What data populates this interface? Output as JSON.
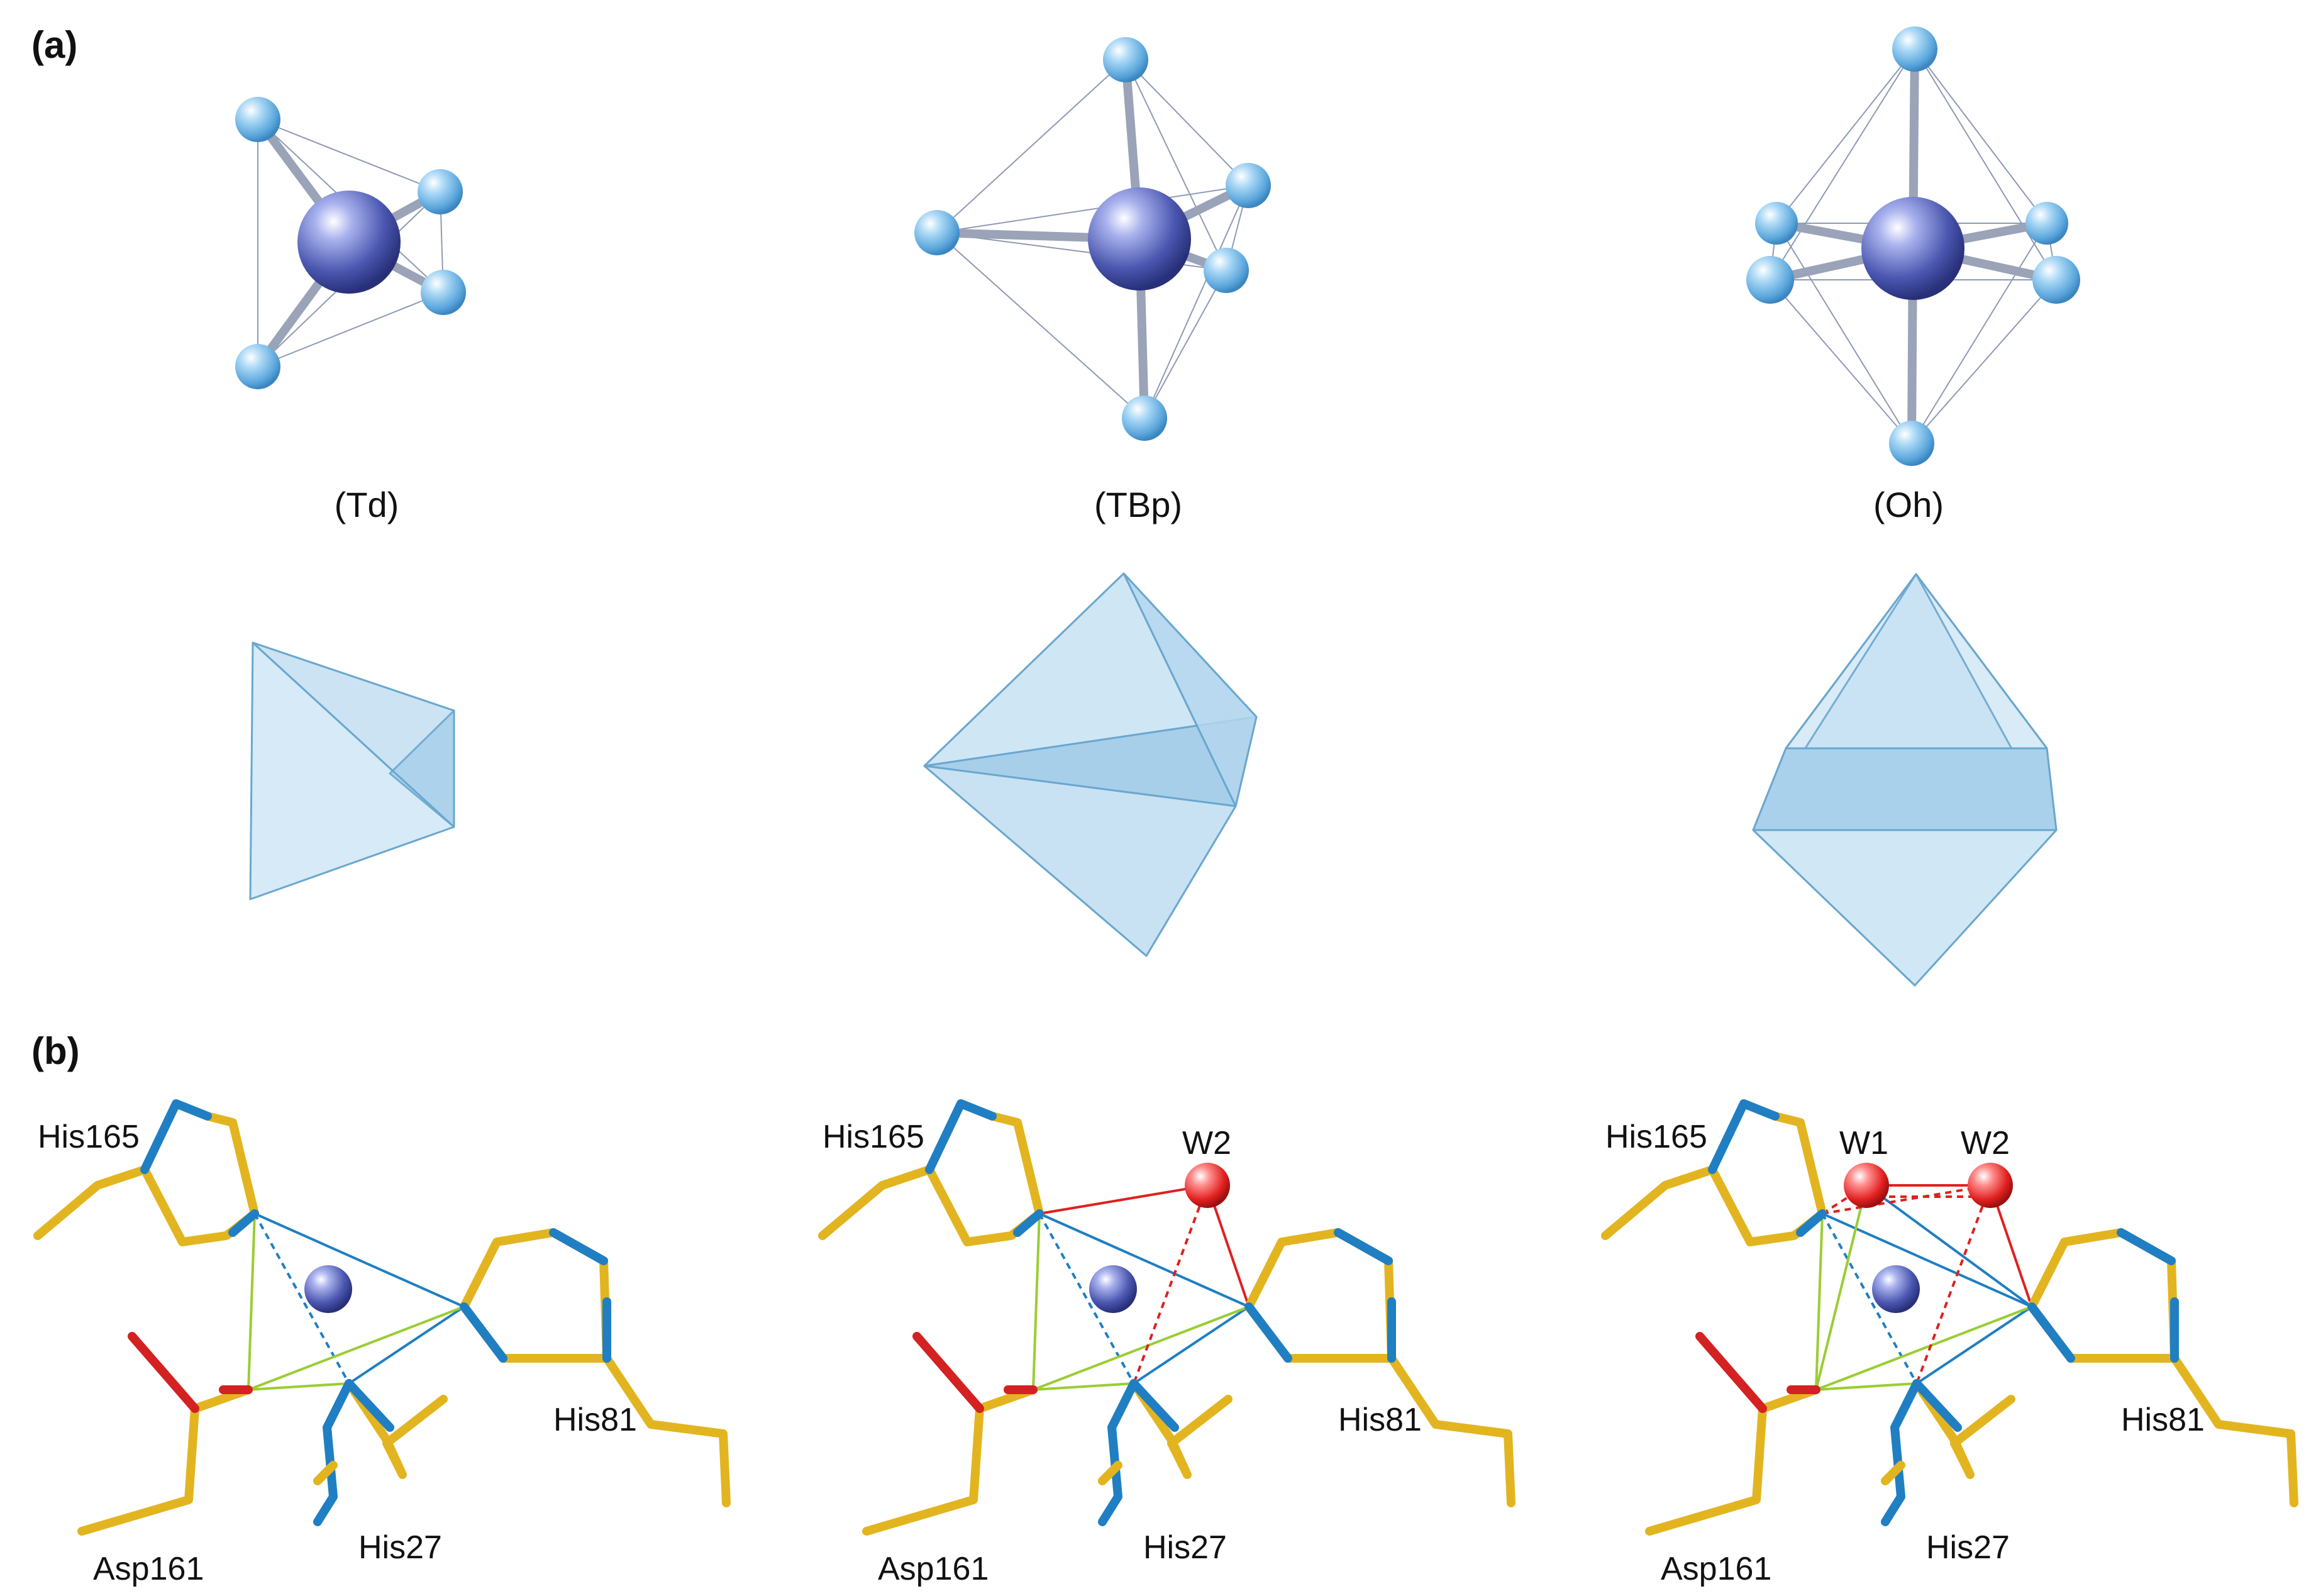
{
  "panel_a": {
    "label": "(a)",
    "geometries": [
      {
        "symbol": "(Td)",
        "name": "tetrahedral"
      },
      {
        "symbol": "(TBp)",
        "name": "trigonal bipyramidal"
      },
      {
        "symbol": "(Oh)",
        "name": "octahedral"
      }
    ]
  },
  "panel_b": {
    "label": "(b)",
    "sites": [
      {
        "residues": [
          "His165",
          "Asp161",
          "His27",
          "His81"
        ],
        "waters": []
      },
      {
        "residues": [
          "His165",
          "Asp161",
          "His27",
          "His81"
        ],
        "waters": [
          "W2"
        ]
      },
      {
        "residues": [
          "His165",
          "Asp161",
          "His27",
          "His81"
        ],
        "waters": [
          "W1",
          "W2"
        ]
      }
    ]
  },
  "colors": {
    "metal": "#4b57b0",
    "ligand_atom": "#6cb3e3",
    "bond": "#9aa0b0",
    "polyhedron_fill": "#bfdcef",
    "polyhedron_edge": "#6aa7cf",
    "carbon_stick": "#e2b520",
    "nitrogen_stick": "#1f7fc2",
    "oxygen_stick": "#d42121",
    "water": "#e0201f",
    "coord_blue": "#1f7fc2",
    "coord_green": "#9acd32",
    "coord_red": "#e0201f"
  }
}
